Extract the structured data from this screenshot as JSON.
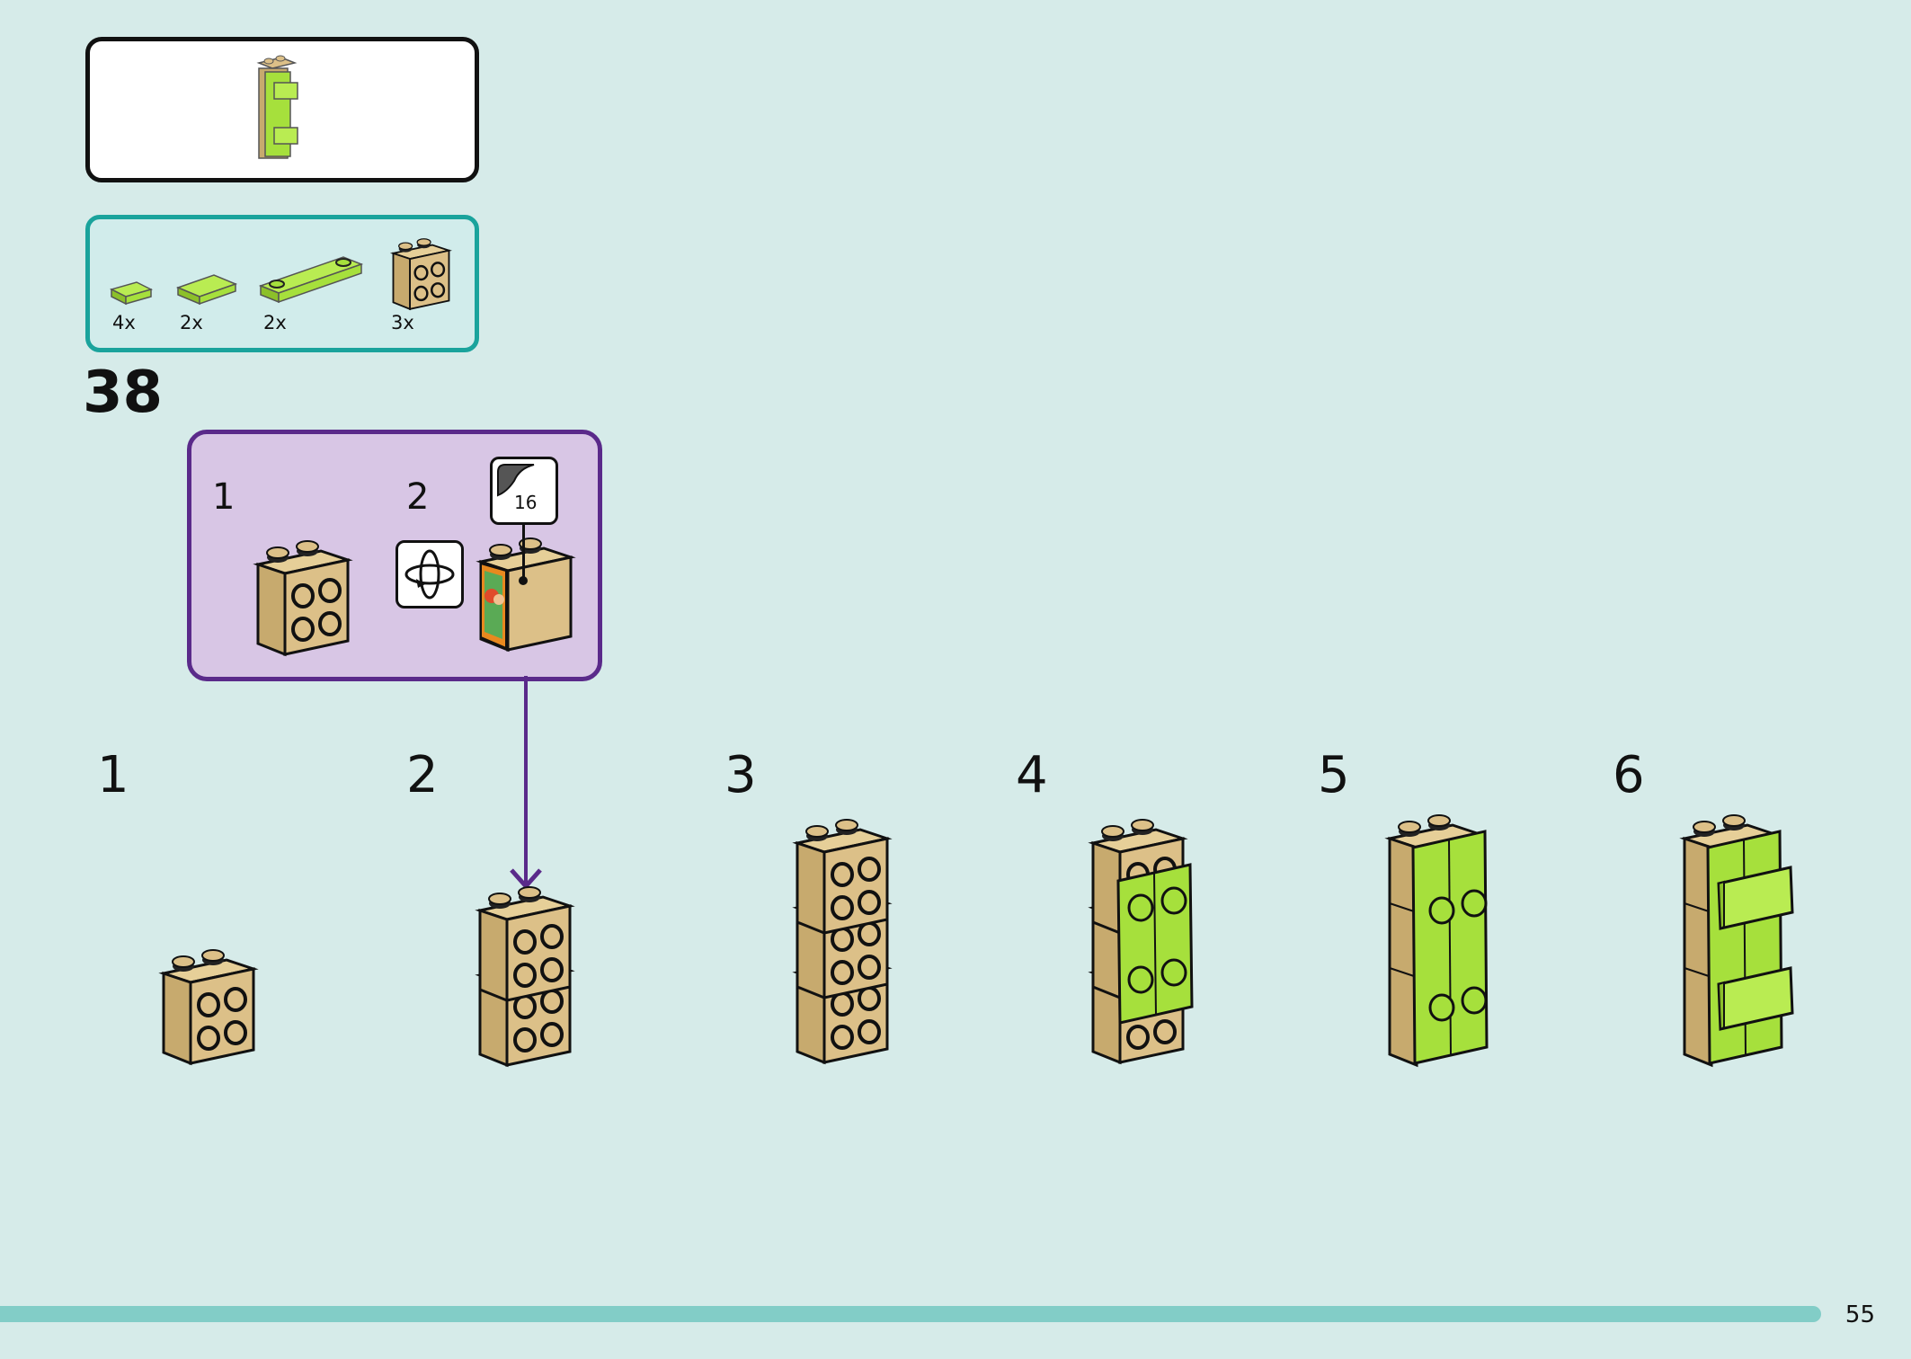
{
  "step": {
    "number": "38"
  },
  "callout": {
    "thumbnail": "assembled-pillar-icon"
  },
  "parts_list": [
    {
      "quantity": "4x",
      "color": "#a6e03c",
      "icon": "tile-1x1-icon"
    },
    {
      "quantity": "2x",
      "color": "#a6e03c",
      "icon": "tile-1x2-icon"
    },
    {
      "quantity": "2x",
      "color": "#a6e03c",
      "icon": "plate-1x4-icon"
    },
    {
      "quantity": "3x",
      "color": "#dcc088",
      "icon": "brick-1x2-studs-icon"
    }
  ],
  "sub_assembly": {
    "steps": [
      "1",
      "2"
    ],
    "rotate_icon": "rotate-icon",
    "sticker_number": "16"
  },
  "build_steps": [
    "1",
    "2",
    "3",
    "4",
    "5",
    "6"
  ],
  "page": {
    "number": "55"
  },
  "colors": {
    "tan": "#dcc088",
    "lime": "#a6e03c",
    "purple": "#5a2a8a",
    "teal": "#1aa39c"
  }
}
